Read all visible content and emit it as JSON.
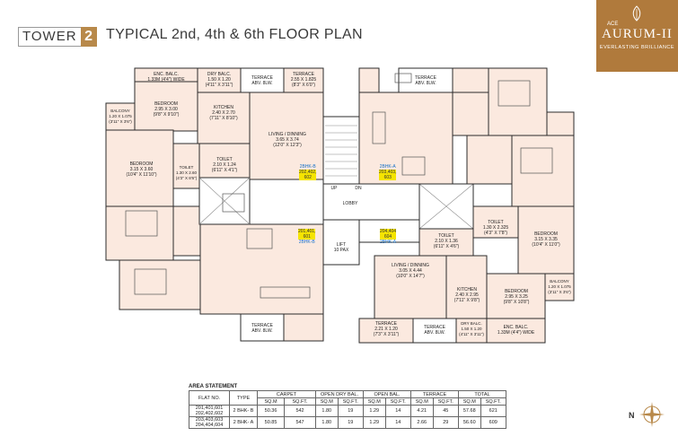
{
  "header": {
    "tower_word": "TOWER",
    "tower_number": "2",
    "title": "TYPICAL 2nd, 4th & 6th FLOOR PLAN"
  },
  "logo": {
    "ace": "ACE",
    "brand": "AURUM-II",
    "tagline": "EVERLASTING BRILLIANCE",
    "color": "#b07a3c"
  },
  "colors": {
    "room_fill": "#fbe9df",
    "wall": "#2b2b2b",
    "highlight": "#f5e400",
    "accent": "#b8894a"
  },
  "rooms": {
    "enc_balc_left": [
      "ENC. BALC.",
      "1.33M (4'4\") WIDE"
    ],
    "dry_balc_left": [
      "DRY BALC.",
      "1.50 X 1.20",
      "(4'11\" X 3'11\")"
    ],
    "terrace_top_left_a": [
      "TERRACE",
      "ABV. 8LW."
    ],
    "terrace_top_left_b": [
      "TERRACE",
      "2.55 X 1.825",
      "(8'3\" X 6'0\")"
    ],
    "bedroom_top_left": [
      "BEDROOM",
      "2.95 X 3.00",
      "(9'8\" X 9'10\")"
    ],
    "kitchen_left": [
      "KITCHEN",
      "2.40 X 2.70",
      "(7'11\" X 8'10\")"
    ],
    "living_left": [
      "LIVING / DINNING",
      "3.65 X 3.74",
      "(12'0\" X 12'3\")"
    ],
    "balcony_left": [
      "BALCONY",
      "1.20 X 1.075",
      "(3'11\" X 3'6\")"
    ],
    "bedroom_left": [
      "BEDROOM",
      "3.15 X 3.60",
      "(10'4\" X 11'10\")"
    ],
    "toilet_left_a": [
      "TOILET",
      "1.30 X 2.60",
      "(4'3\" X 8'6\")"
    ],
    "toilet_left_b": [
      "TOILET",
      "2.10 X 1.24",
      "(6'11\" X 4'1\")"
    ],
    "terrace_bottom_left": [
      "TERRACE",
      "ABV. 8LW."
    ],
    "terrace_top_right": [
      "TERRACE",
      "ABV. 8LW."
    ],
    "lobby": "LOBBY",
    "up": "UP",
    "dn": "DN",
    "lift": [
      "LIFT",
      "10 PAX"
    ],
    "toilet_right_a": [
      "TOILET",
      "1.30 X 2.325",
      "(4'3\" X 7'8\")"
    ],
    "bedroom_right": [
      "BEDROOM",
      "3.15 X 3.35",
      "(10'4\" X 11'0\")"
    ],
    "toilet_right_b": [
      "TOILET",
      "2.10 X 1.36",
      "(6'11\" X 4'6\")"
    ],
    "living_right": [
      "LIVING / DINNING",
      "3.05 X 4.44",
      "(10'0\" X 14'7\")"
    ],
    "kitchen_right": [
      "KITCHEN",
      "2.40 X 2.95",
      "(7'11\" X 9'8\")"
    ],
    "bedroom_right_b": [
      "BEDROOM",
      "2.95 X 3.25",
      "(9'8\" X 10'8\")"
    ],
    "balcony_right": [
      "BALCONY",
      "1.20 X 1.075",
      "(3'11\" X 3'6\")"
    ],
    "terrace_bottom_right_a": [
      "TERRACE",
      "2.21 X 1.20",
      "(7'3\" X 3'11\")"
    ],
    "terrace_bottom_right_b": [
      "TERRACE",
      "ABV. 8LW."
    ],
    "dry_balc_right": [
      "DRY BALC.",
      "1.50 X 1.20",
      "(4'11\" X 3'11\")"
    ],
    "enc_balc_right": [
      "ENC. BALC.",
      "1.33M (4'4\") WIDE"
    ]
  },
  "flat_tags": {
    "top_left": [
      "2BHK-B",
      "202,402,",
      "602"
    ],
    "top_right": [
      "2BHK-A",
      "203,403,",
      "603"
    ],
    "bottom_left": [
      "201,401,",
      "601",
      "2BHK-B"
    ],
    "bottom_right": [
      "204,404",
      "604",
      "2BHK-A"
    ]
  },
  "area_statement": {
    "heading": "AREA STATEMENT",
    "group_headers": [
      "CARPET",
      "OPEN DRY BAL.",
      "OPEN BAL.",
      "TERRACE",
      "TOTAL"
    ],
    "columns": [
      "FLAT NO.",
      "TYPE",
      "SQ.M",
      "SQ.FT.",
      "SQ.M",
      "SQ.FT.",
      "SQ.M",
      "SQ.FT.",
      "SQ.M",
      "SQ.FT.",
      "SQ.M",
      "SQ.FT."
    ],
    "rows": [
      {
        "flats": [
          "201,401,601",
          "202,402,602"
        ],
        "type": "2 BHK- B",
        "values": [
          "50.36",
          "542",
          "1.80",
          "19",
          "1.29",
          "14",
          "4.21",
          "45",
          "57.68",
          "621"
        ]
      },
      {
        "flats": [
          "203,403,603",
          "204,404,604"
        ],
        "type": "2 BHK- A",
        "values": [
          "50.85",
          "547",
          "1.80",
          "19",
          "1.29",
          "14",
          "2.66",
          "29",
          "56.60",
          "609"
        ]
      }
    ]
  },
  "compass": {
    "label": "N"
  }
}
